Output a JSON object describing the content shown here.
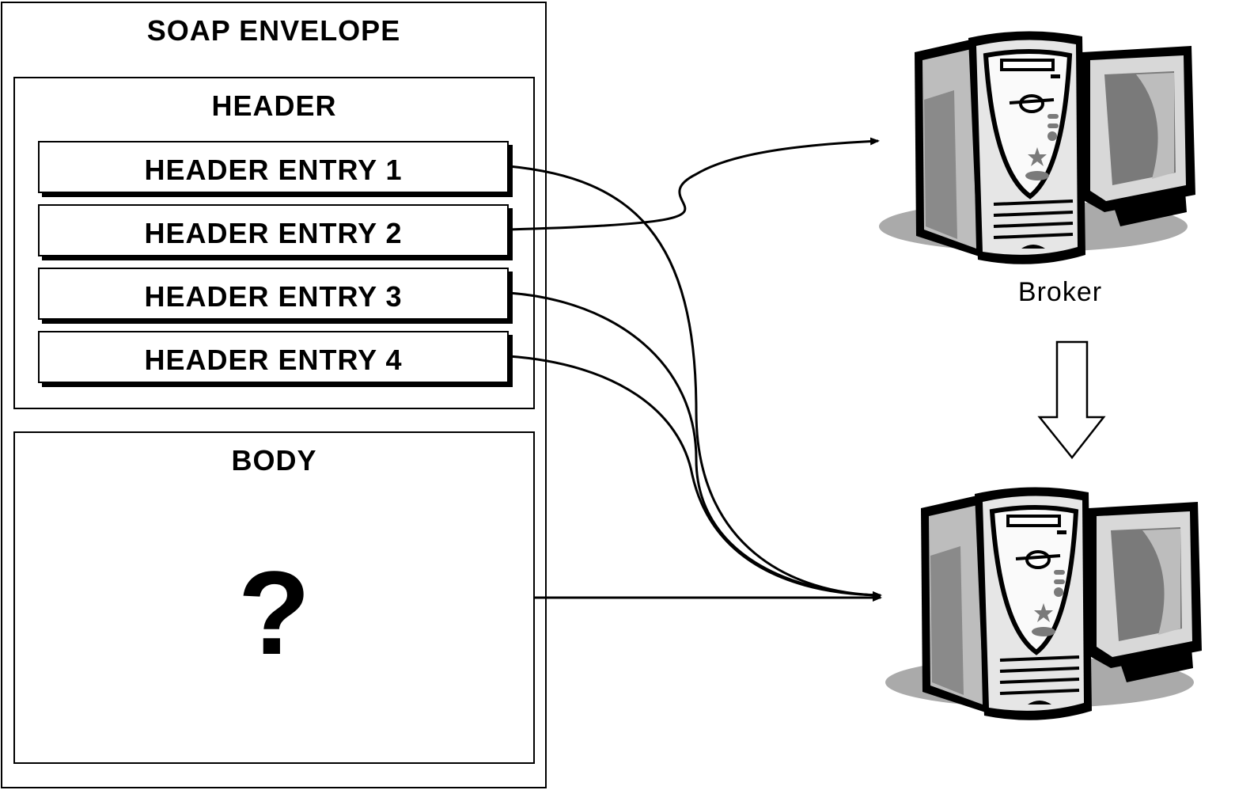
{
  "envelope": {
    "title": "SOAP ENVELOPE"
  },
  "header": {
    "title": "HEADER",
    "entries": [
      {
        "label": "HEADER ENTRY 1"
      },
      {
        "label": "HEADER ENTRY 2"
      },
      {
        "label": "HEADER ENTRY 3"
      },
      {
        "label": "HEADER ENTRY 4"
      }
    ]
  },
  "body": {
    "title": "BODY",
    "content": "?"
  },
  "nodes": {
    "broker_label": "Broker"
  },
  "icons": [
    "computer-icon",
    "computer-icon",
    "down-arrow-icon"
  ]
}
